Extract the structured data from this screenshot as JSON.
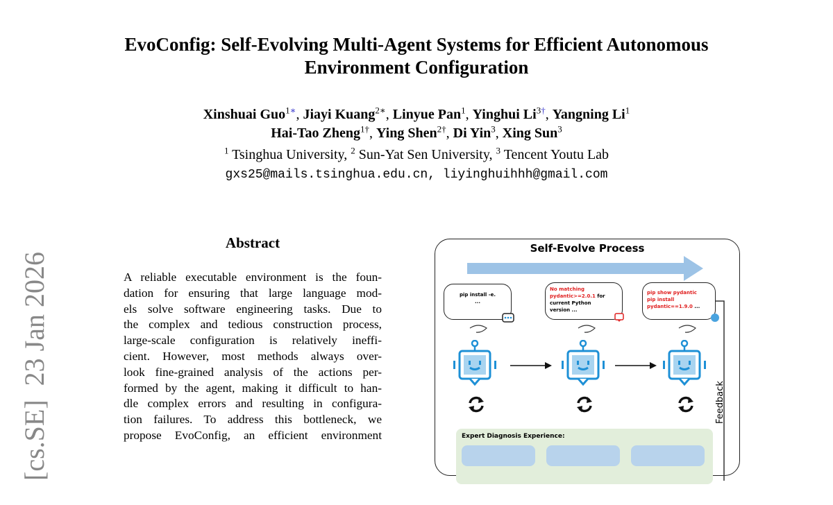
{
  "title": {
    "line1": "EvoConfig: Self-Evolving Multi-Agent Systems for Efficient Autonomous",
    "line2": "Environment Configuration"
  },
  "authors": [
    {
      "name": "Xinshuai Guo",
      "sup": "1",
      "mark": "∗"
    },
    {
      "name": "Jiayi Kuang",
      "sup": "2∗"
    },
    {
      "name": "Linyue Pan",
      "sup": "1"
    },
    {
      "name": "Yinghui Li",
      "sup": "3",
      "mark": "†"
    },
    {
      "name": "Yangning Li",
      "sup": "1"
    },
    {
      "name": "Hai-Tao Zheng",
      "sup": "1†"
    },
    {
      "name": "Ying Shen",
      "sup": "2†"
    },
    {
      "name": "Di Yin",
      "sup": "3"
    },
    {
      "name": "Xing Sun",
      "sup": "3"
    }
  ],
  "affiliations": [
    {
      "sup": "1",
      "name": "Tsinghua University,"
    },
    {
      "sup": "2",
      "name": "Sun-Yat Sen University,"
    },
    {
      "sup": "3",
      "name": "Tencent Youtu Lab"
    }
  ],
  "emails": "gxs25@mails.tsinghua.edu.cn, liyinghuihhh@gmail.com",
  "arxiv_stamp": "[cs.SE]  23 Jan 2026",
  "abstract": {
    "heading": "Abstract",
    "lines": [
      "A reliable executable environment is the foun-",
      "dation for ensuring that large language mod-",
      "els solve software engineering tasks. Due to",
      "the complex and tedious construction process,",
      "large-scale configuration is relatively ineffi-",
      "cient. However, most methods always over-",
      "look fine-grained analysis of the actions per-",
      "formed by the agent, making it difficult to han-",
      "dle complex errors and resulting in configura-",
      "tion failures. To address this bottleneck, we",
      "propose EvoConfig, an efficient environment"
    ]
  },
  "figure": {
    "title": "Self-Evolve Process",
    "bubble1": {
      "line1": "pip install -e.",
      "line2": "..."
    },
    "bubble2": {
      "red1": "No matching",
      "red2": "pydantic>=2.0.1",
      "black2": " for",
      "line3": "current Python",
      "line4": "version ..."
    },
    "bubble3": {
      "line1": "pip show pydantic",
      "line2": "pip install",
      "line3": "pydantic==1.9.0",
      "tail": " ..."
    },
    "feedback": "Feedback",
    "expert_title": "Expert Diagnosis Experience:",
    "colors": {
      "arrow": "#9dc3e6",
      "robot": "#1e90d6",
      "robot_face": "#a9d4f0",
      "expert_bg": "#e2eedb",
      "red": "#e02020"
    }
  }
}
